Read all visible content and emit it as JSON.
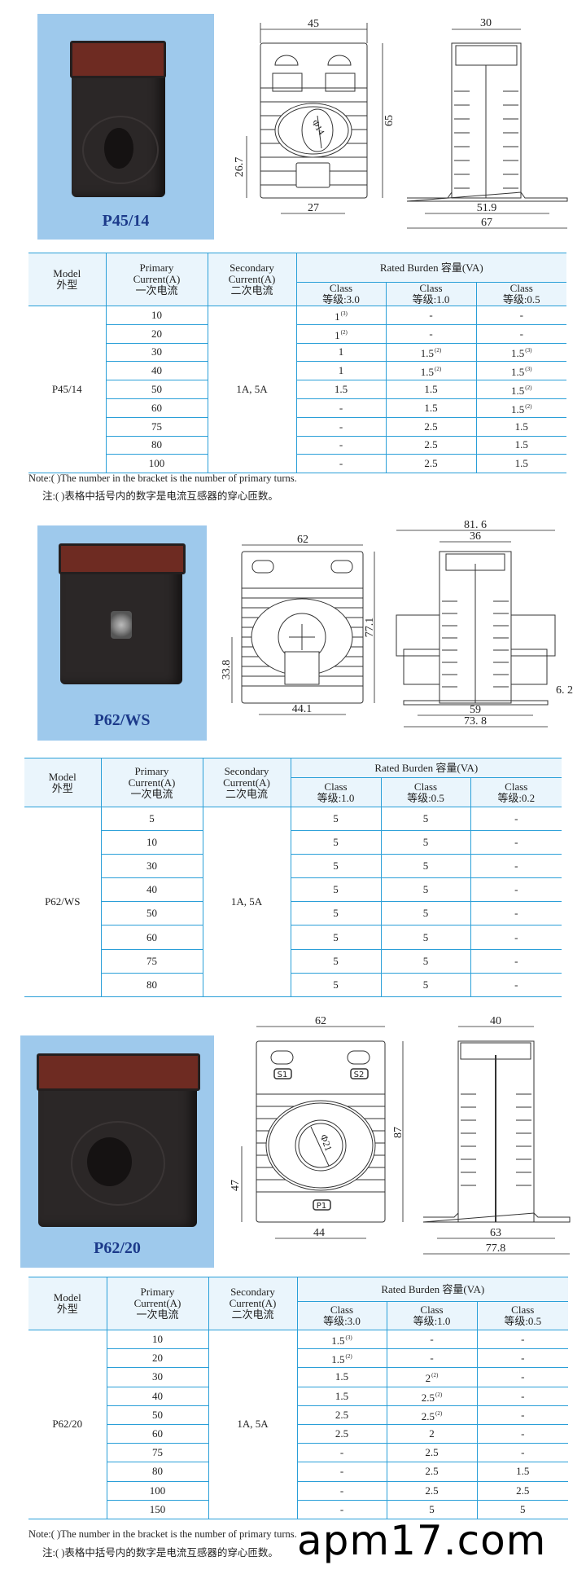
{
  "products": [
    {
      "model": "P45/14",
      "drawing": {
        "front_width": "45",
        "front_height": "65",
        "center_height": "26.7",
        "hole": "Φ14",
        "base_span": "27",
        "side_width": "30",
        "mount_span": "51.9",
        "overall_width": "67"
      },
      "table": {
        "headers": {
          "model": "Model",
          "model_cn": "外型",
          "primary": "Primary",
          "primary2": "Current(A)",
          "primary_cn": "一次电流",
          "secondary": "Secondary",
          "secondary2": "Current(A)",
          "secondary_cn": "二次电流",
          "burden": "Rated Burden 容量(VA)"
        },
        "classes": [
          {
            "label": "Class",
            "value": "等级:3.0"
          },
          {
            "label": "Class",
            "value": "等级:1.0"
          },
          {
            "label": "Class",
            "value": "等级:0.5"
          }
        ],
        "secondary_current": "1A, 5A",
        "rows": [
          {
            "primary": "10",
            "burden": [
              {
                "v": "1",
                "sup": "(3)"
              },
              {
                "v": "-"
              },
              {
                "v": "-"
              }
            ]
          },
          {
            "primary": "20",
            "burden": [
              {
                "v": "1",
                "sup": "(2)"
              },
              {
                "v": "-"
              },
              {
                "v": "-"
              }
            ]
          },
          {
            "primary": "30",
            "burden": [
              {
                "v": "1"
              },
              {
                "v": "1.5",
                "sup": "(2)"
              },
              {
                "v": "1.5",
                "sup": "(3)"
              }
            ]
          },
          {
            "primary": "40",
            "burden": [
              {
                "v": "1"
              },
              {
                "v": "1.5",
                "sup": "(2)"
              },
              {
                "v": "1.5",
                "sup": "(3)"
              }
            ]
          },
          {
            "primary": "50",
            "burden": [
              {
                "v": "1.5"
              },
              {
                "v": "1.5"
              },
              {
                "v": "1.5",
                "sup": "(2)"
              }
            ]
          },
          {
            "primary": "60",
            "burden": [
              {
                "v": "-"
              },
              {
                "v": "1.5"
              },
              {
                "v": "1.5",
                "sup": "(2)"
              }
            ]
          },
          {
            "primary": "75",
            "burden": [
              {
                "v": "-"
              },
              {
                "v": "2.5"
              },
              {
                "v": "1.5"
              }
            ]
          },
          {
            "primary": "80",
            "burden": [
              {
                "v": "-"
              },
              {
                "v": "2.5"
              },
              {
                "v": "1.5"
              }
            ]
          },
          {
            "primary": "100",
            "burden": [
              {
                "v": "-"
              },
              {
                "v": "2.5"
              },
              {
                "v": "1.5"
              }
            ]
          }
        ]
      },
      "note": {
        "en": "Note:( )The number in the bracket is the number of primary turns.",
        "cn": "注:( )表格中括号内的数字是电流互感器的穿心匝数。"
      }
    },
    {
      "model": "P62/WS",
      "drawing": {
        "front_width": "62",
        "front_height": "77.1",
        "center_height": "33.8",
        "base_span": "44.1",
        "overall_top": "81. 6",
        "side_width": "36",
        "mount_span": "59",
        "overall_width": "73. 8",
        "slot": "6. 2"
      },
      "table": {
        "headers": {
          "model": "Model",
          "model_cn": "外型",
          "primary": "Primary",
          "primary2": "Current(A)",
          "primary_cn": "一次电流",
          "secondary": "Secondary",
          "secondary2": "Current(A)",
          "secondary_cn": "二次电流",
          "burden": "Rated Burden 容量(VA)"
        },
        "classes": [
          {
            "label": "Class",
            "value": "等级:1.0"
          },
          {
            "label": "Class",
            "value": "等级:0.5"
          },
          {
            "label": "Class",
            "value": "等级:0.2"
          }
        ],
        "secondary_current": "1A, 5A",
        "rows": [
          {
            "primary": "5",
            "burden": [
              {
                "v": "5"
              },
              {
                "v": "5"
              },
              {
                "v": "-"
              }
            ]
          },
          {
            "primary": "10",
            "burden": [
              {
                "v": "5"
              },
              {
                "v": "5"
              },
              {
                "v": "-"
              }
            ]
          },
          {
            "primary": "30",
            "burden": [
              {
                "v": "5"
              },
              {
                "v": "5"
              },
              {
                "v": "-"
              }
            ]
          },
          {
            "primary": "40",
            "burden": [
              {
                "v": "5"
              },
              {
                "v": "5"
              },
              {
                "v": "-"
              }
            ]
          },
          {
            "primary": "50",
            "burden": [
              {
                "v": "5"
              },
              {
                "v": "5"
              },
              {
                "v": "-"
              }
            ]
          },
          {
            "primary": "60",
            "burden": [
              {
                "v": "5"
              },
              {
                "v": "5"
              },
              {
                "v": "-"
              }
            ]
          },
          {
            "primary": "75",
            "burden": [
              {
                "v": "5"
              },
              {
                "v": "5"
              },
              {
                "v": "-"
              }
            ]
          },
          {
            "primary": "80",
            "burden": [
              {
                "v": "5"
              },
              {
                "v": "5"
              },
              {
                "v": "-"
              }
            ]
          }
        ]
      }
    },
    {
      "model": "P62/20",
      "drawing": {
        "front_width": "62",
        "front_height": "87",
        "center_height": "47",
        "hole": "Φ21",
        "base_span": "44",
        "side_width": "40",
        "mount_span": "63",
        "overall_width": "77.8",
        "terminal_s1": "S1",
        "terminal_s2": "S2",
        "terminal_p1": "P1"
      },
      "table": {
        "headers": {
          "model": "Model",
          "model_cn": "外型",
          "primary": "Primary",
          "primary2": "Current(A)",
          "primary_cn": "一次电流",
          "secondary": "Secondary",
          "secondary2": "Current(A)",
          "secondary_cn": "二次电流",
          "burden": "Rated Burden 容量(VA)"
        },
        "classes": [
          {
            "label": "Class",
            "value": "等级:3.0"
          },
          {
            "label": "Class",
            "value": "等级:1.0"
          },
          {
            "label": "Class",
            "value": "等级:0.5"
          }
        ],
        "secondary_current": "1A, 5A",
        "rows": [
          {
            "primary": "10",
            "burden": [
              {
                "v": "1.5",
                "sup": "(3)"
              },
              {
                "v": "-"
              },
              {
                "v": "-"
              }
            ]
          },
          {
            "primary": "20",
            "burden": [
              {
                "v": "1.5",
                "sup": "(2)"
              },
              {
                "v": "-"
              },
              {
                "v": "-"
              }
            ]
          },
          {
            "primary": "30",
            "burden": [
              {
                "v": "1.5"
              },
              {
                "v": "2",
                "sup": "(2)"
              },
              {
                "v": "-"
              }
            ]
          },
          {
            "primary": "40",
            "burden": [
              {
                "v": "1.5"
              },
              {
                "v": "2.5",
                "sup": "(2)"
              },
              {
                "v": "-"
              }
            ]
          },
          {
            "primary": "50",
            "burden": [
              {
                "v": "2.5"
              },
              {
                "v": "2.5",
                "sup": "(2)"
              },
              {
                "v": "-"
              }
            ]
          },
          {
            "primary": "60",
            "burden": [
              {
                "v": "2.5"
              },
              {
                "v": "2"
              },
              {
                "v": "-"
              }
            ]
          },
          {
            "primary": "75",
            "burden": [
              {
                "v": "-"
              },
              {
                "v": "2.5"
              },
              {
                "v": "-"
              }
            ]
          },
          {
            "primary": "80",
            "burden": [
              {
                "v": "-"
              },
              {
                "v": "2.5"
              },
              {
                "v": "1.5"
              }
            ]
          },
          {
            "primary": "100",
            "burden": [
              {
                "v": "-"
              },
              {
                "v": "2.5"
              },
              {
                "v": "2.5"
              }
            ]
          },
          {
            "primary": "150",
            "burden": [
              {
                "v": "-"
              },
              {
                "v": "5"
              },
              {
                "v": "5"
              }
            ]
          }
        ]
      },
      "note": {
        "en": "Note:( )The number in the bracket is the number of primary turns.",
        "cn": "注:( )表格中括号内的数字是电流互感器的穿心匝数。"
      }
    }
  ],
  "watermark": "apm17.com",
  "colors": {
    "table_border": "#2a9fd8",
    "header_bg": "#eaf5fc",
    "photo_bg": "#9ec9ec",
    "model_label": "#1c3a8a"
  }
}
